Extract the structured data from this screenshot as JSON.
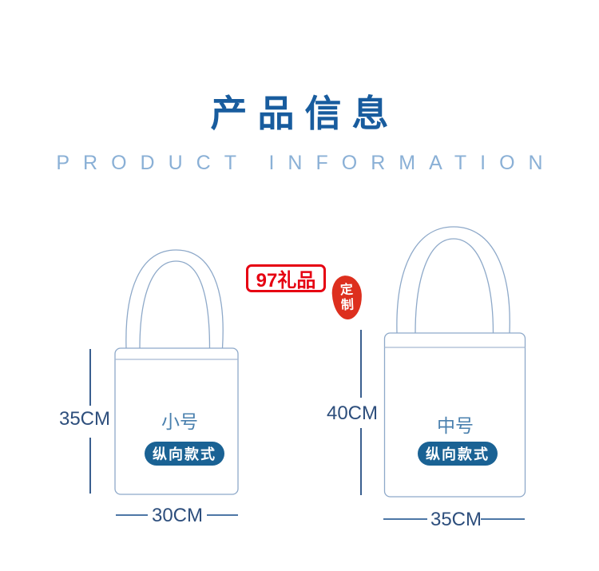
{
  "header": {
    "title": "产品信息",
    "subtitle": "PRODUCT INFORMATION"
  },
  "watermark": {
    "brand": "97礼品",
    "stamp_top": "定",
    "stamp_bottom": "制"
  },
  "bags": [
    {
      "size_label": "小号",
      "style_badge": "纵向款式",
      "height_label": "35CM",
      "width_label": "30CM"
    },
    {
      "size_label": "中号",
      "style_badge": "纵向款式",
      "height_label": "40CM",
      "width_label": "35CM"
    }
  ],
  "colors": {
    "title_blue": "#185c9e",
    "subtitle_blue": "#8ab0d6",
    "bag_outline_blue": "#8ea9c9",
    "seam_blue": "#a6b9d2",
    "dimension_text_blue": "#2d4e7c",
    "dimension_line_blue": "#3a5f8f",
    "badge_blue": "#1a6294",
    "size_text_blue": "#4a80ae",
    "badge_text": "#ffffff",
    "brand_red": "#e60012",
    "stamp_red": "#dd2f1e",
    "background": "#ffffff"
  }
}
